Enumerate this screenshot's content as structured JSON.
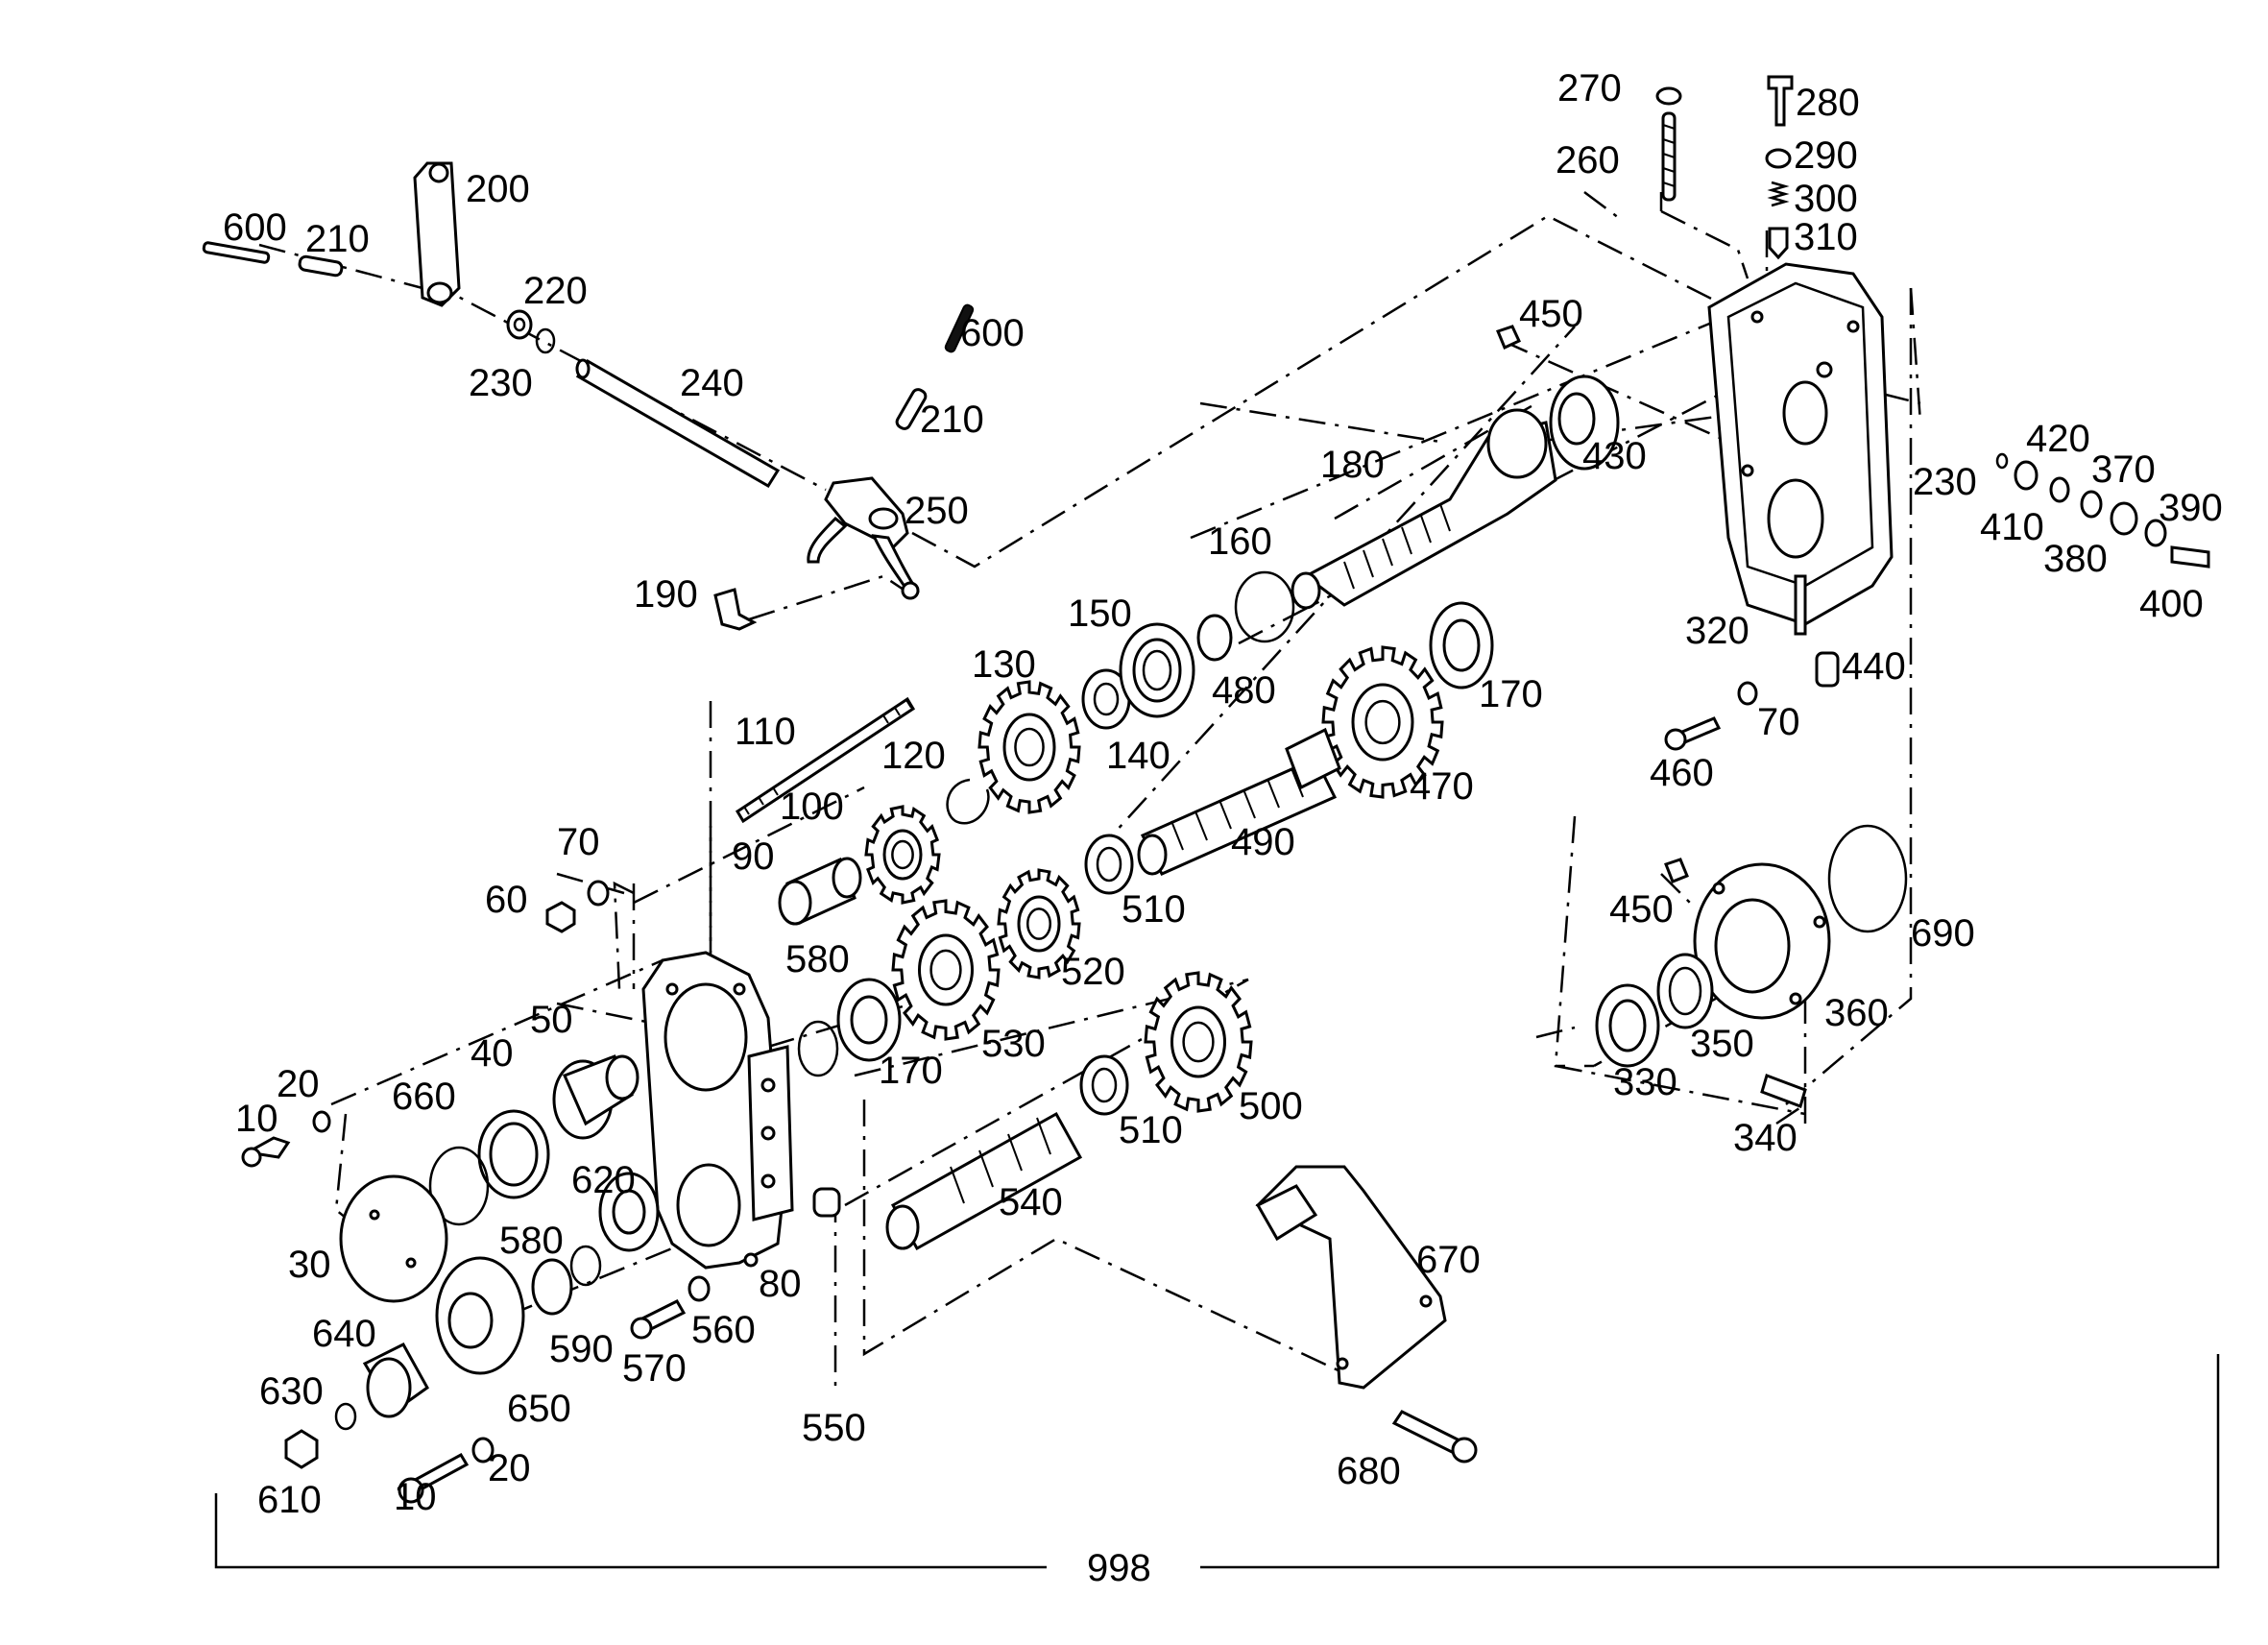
{
  "diagram": {
    "assembly_label": "998",
    "part_labels": [
      "10",
      "20",
      "30",
      "40",
      "50",
      "60",
      "70",
      "80",
      "90",
      "100",
      "110",
      "120",
      "130",
      "140",
      "150",
      "160",
      "170",
      "180",
      "190",
      "200",
      "210",
      "220",
      "230",
      "240",
      "250",
      "260",
      "270",
      "280",
      "290",
      "300",
      "310",
      "320",
      "330",
      "340",
      "350",
      "360",
      "370",
      "380",
      "390",
      "400",
      "410",
      "420",
      "430",
      "440",
      "450",
      "460",
      "470",
      "480",
      "490",
      "500",
      "510",
      "520",
      "530",
      "540",
      "550",
      "560",
      "570",
      "580",
      "590",
      "600",
      "610",
      "620",
      "630",
      "640",
      "650",
      "660",
      "670",
      "680",
      "690"
    ]
  }
}
